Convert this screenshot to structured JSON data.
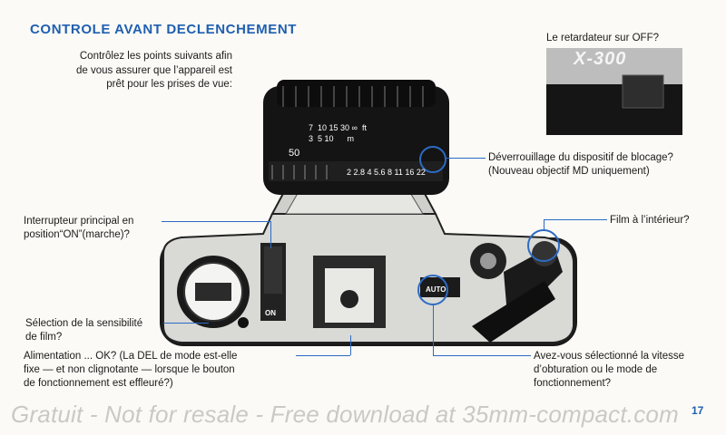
{
  "title": "CONTROLE AVANT DECLENCHEMENT",
  "intro": [
    "Contrôlez les points suivants afin",
    "de vous assurer que l’appareil est",
    "prêt pour les prises de vue:"
  ],
  "labels": {
    "retardateur": "Le retardateur sur OFF?",
    "deverrouillage_1": "Déverrouillage du dispositif de blocage?",
    "deverrouillage_2": "(Nouveau objectif MD uniquement)",
    "interrupteur_1": "Interrupteur principal en",
    "interrupteur_2": "position“ON”(marche)?",
    "film": "Film à l’intérieur?",
    "sensibilite_1": "Sélection de la sensibilité",
    "sensibilite_2": "de film?",
    "alimentation_1": "Alimentation ... OK? (La DEL de mode est-elle",
    "alimentation_2": "fixe — et non clignotante — lorsque le bouton",
    "alimentation_3": "de fonctionnement est effleuré?)",
    "vitesse_1": "Avez-vous sélectionné la vitesse",
    "vitesse_2": "d’obturation ou le mode de",
    "vitesse_3": "fonctionnement?"
  },
  "camera": {
    "model": "X-300",
    "lens_scale_top": "7  10 15 30 ∞  ft",
    "lens_scale_mid": "3  5 10      m",
    "aperture_scale": "2 2.8 4 5.6 8 11 16 22",
    "focal": "50",
    "auto_label": "AUTO",
    "on_label": "ON"
  },
  "page_number": "17",
  "watermark": "Gratuit - Not for resale - Free download at 35mm-compact.com",
  "colors": {
    "accent": "#1f5fb0",
    "line": "#2c6bc4"
  }
}
